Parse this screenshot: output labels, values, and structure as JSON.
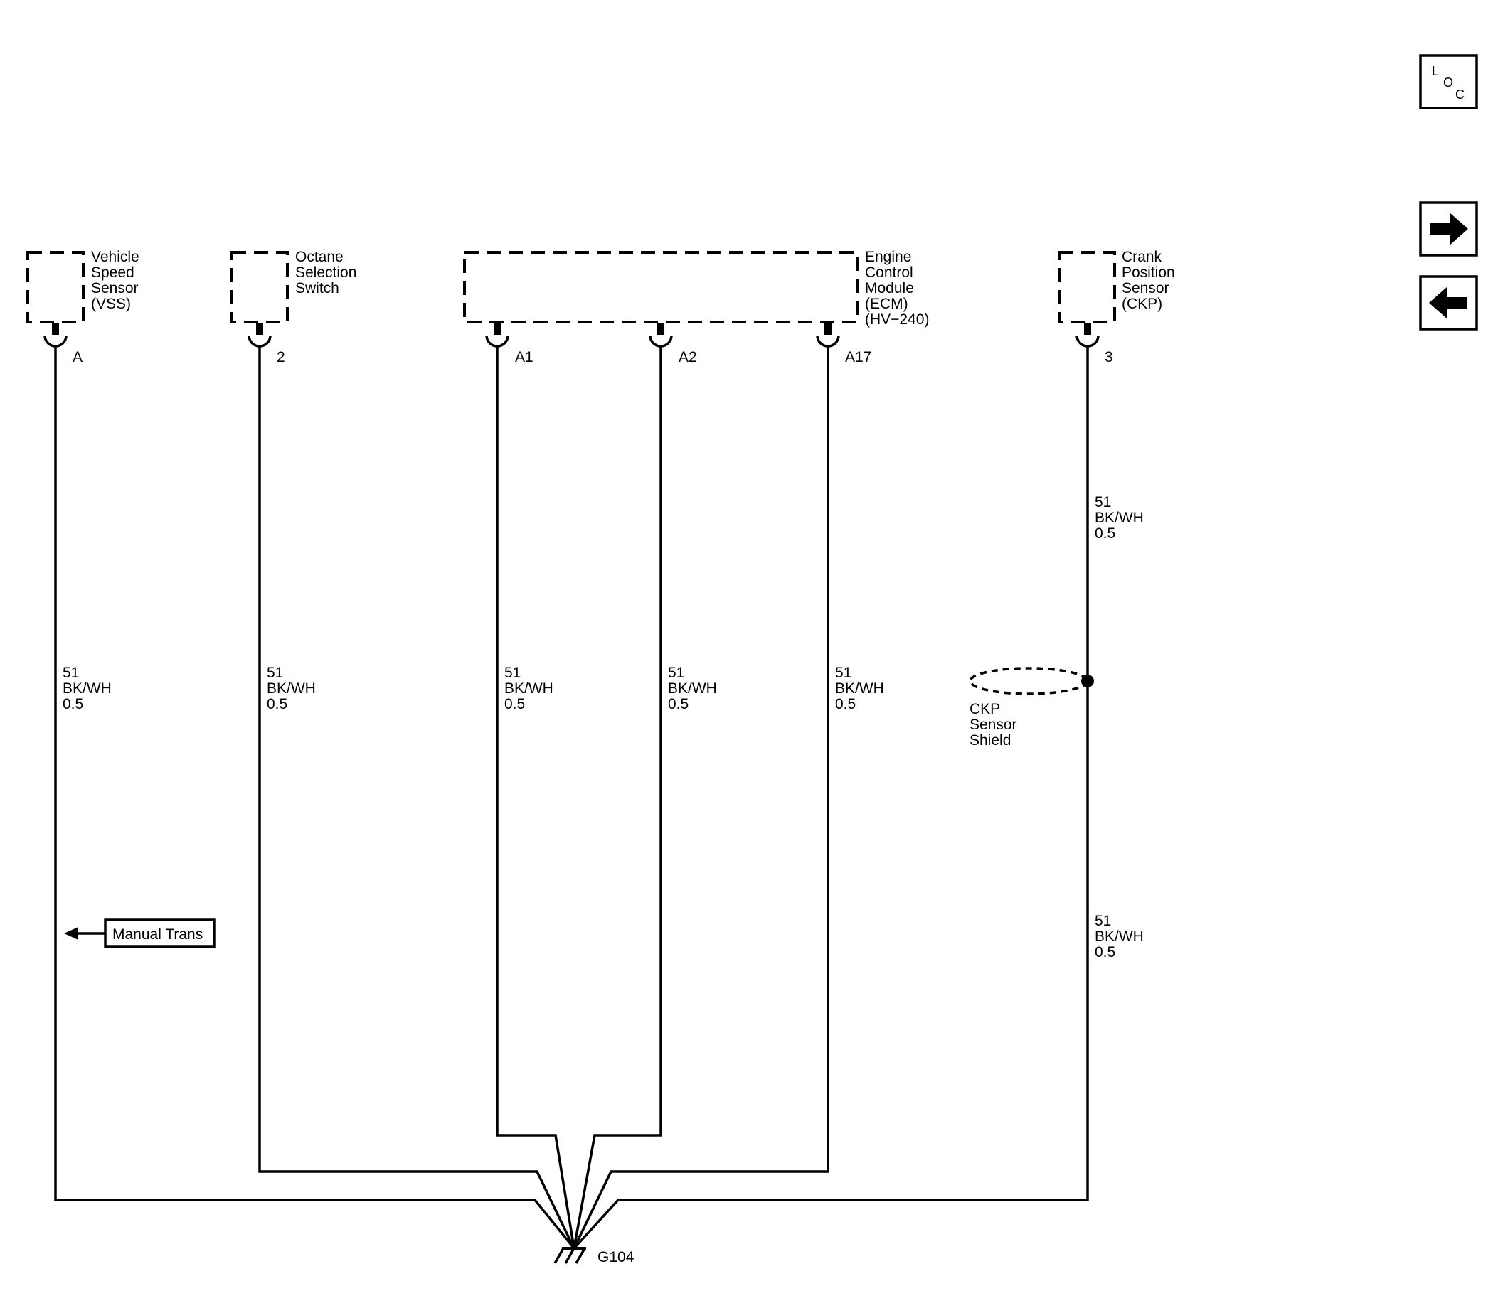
{
  "components": {
    "vss": {
      "line1": "Vehicle",
      "line2": "Speed",
      "line3": "Sensor",
      "line4": "(VSS)",
      "pin": "A"
    },
    "oss": {
      "line1": "Octane",
      "line2": "Selection",
      "line3": "Switch",
      "pin": "2"
    },
    "ecm": {
      "line1": "Engine",
      "line2": "Control",
      "line3": "Module",
      "line4": "(ECM)",
      "line5": "(HV−240)",
      "pin1": "A1",
      "pin2": "A2",
      "pin3": "A17"
    },
    "ckp": {
      "line1": "Crank",
      "line2": "Position",
      "line3": "Sensor",
      "line4": "(CKP)",
      "pin": "3"
    }
  },
  "wire": {
    "circuit": "51",
    "color": "BK/WH",
    "size": "0.5"
  },
  "shield": {
    "line1": "CKP",
    "line2": "Sensor",
    "line3": "Shield"
  },
  "manual_trans": "Manual Trans",
  "ground": "G104",
  "nav": {
    "loc_l": "L",
    "loc_o": "O",
    "loc_c": "C",
    "next_icon": "arrow-right-icon",
    "prev_icon": "arrow-left-icon"
  }
}
